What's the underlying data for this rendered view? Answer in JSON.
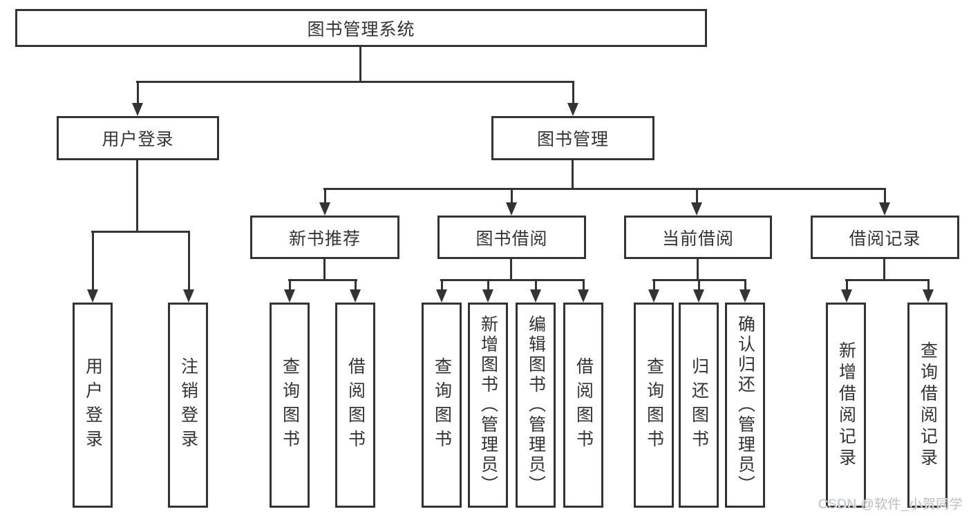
{
  "diagram": {
    "title": "图书管理系统",
    "tree": {
      "root": "图书管理系统",
      "branches": [
        {
          "label": "用户登录",
          "children": [
            "用户登录",
            "注销登录"
          ]
        },
        {
          "label": "图书管理",
          "groups": [
            {
              "label": "新书推荐",
              "children": [
                "查询图书",
                "借阅图书"
              ]
            },
            {
              "label": "图书借阅",
              "children": [
                "查询图书",
                "新增图书（管理员）",
                "编辑图书（管理员）",
                "借阅图书"
              ]
            },
            {
              "label": "当前借阅",
              "children": [
                "查询图书",
                "归还图书",
                "确认归还（管理员）"
              ]
            },
            {
              "label": "借阅记录",
              "children": [
                "新增借阅记录",
                "查询借阅记录"
              ]
            }
          ]
        }
      ]
    },
    "colors": {
      "line": "#333333",
      "text": "#333333",
      "background": "#ffffff",
      "watermark": "#c3c3c3"
    }
  },
  "watermark": "CSDN @软件_小贺同学"
}
